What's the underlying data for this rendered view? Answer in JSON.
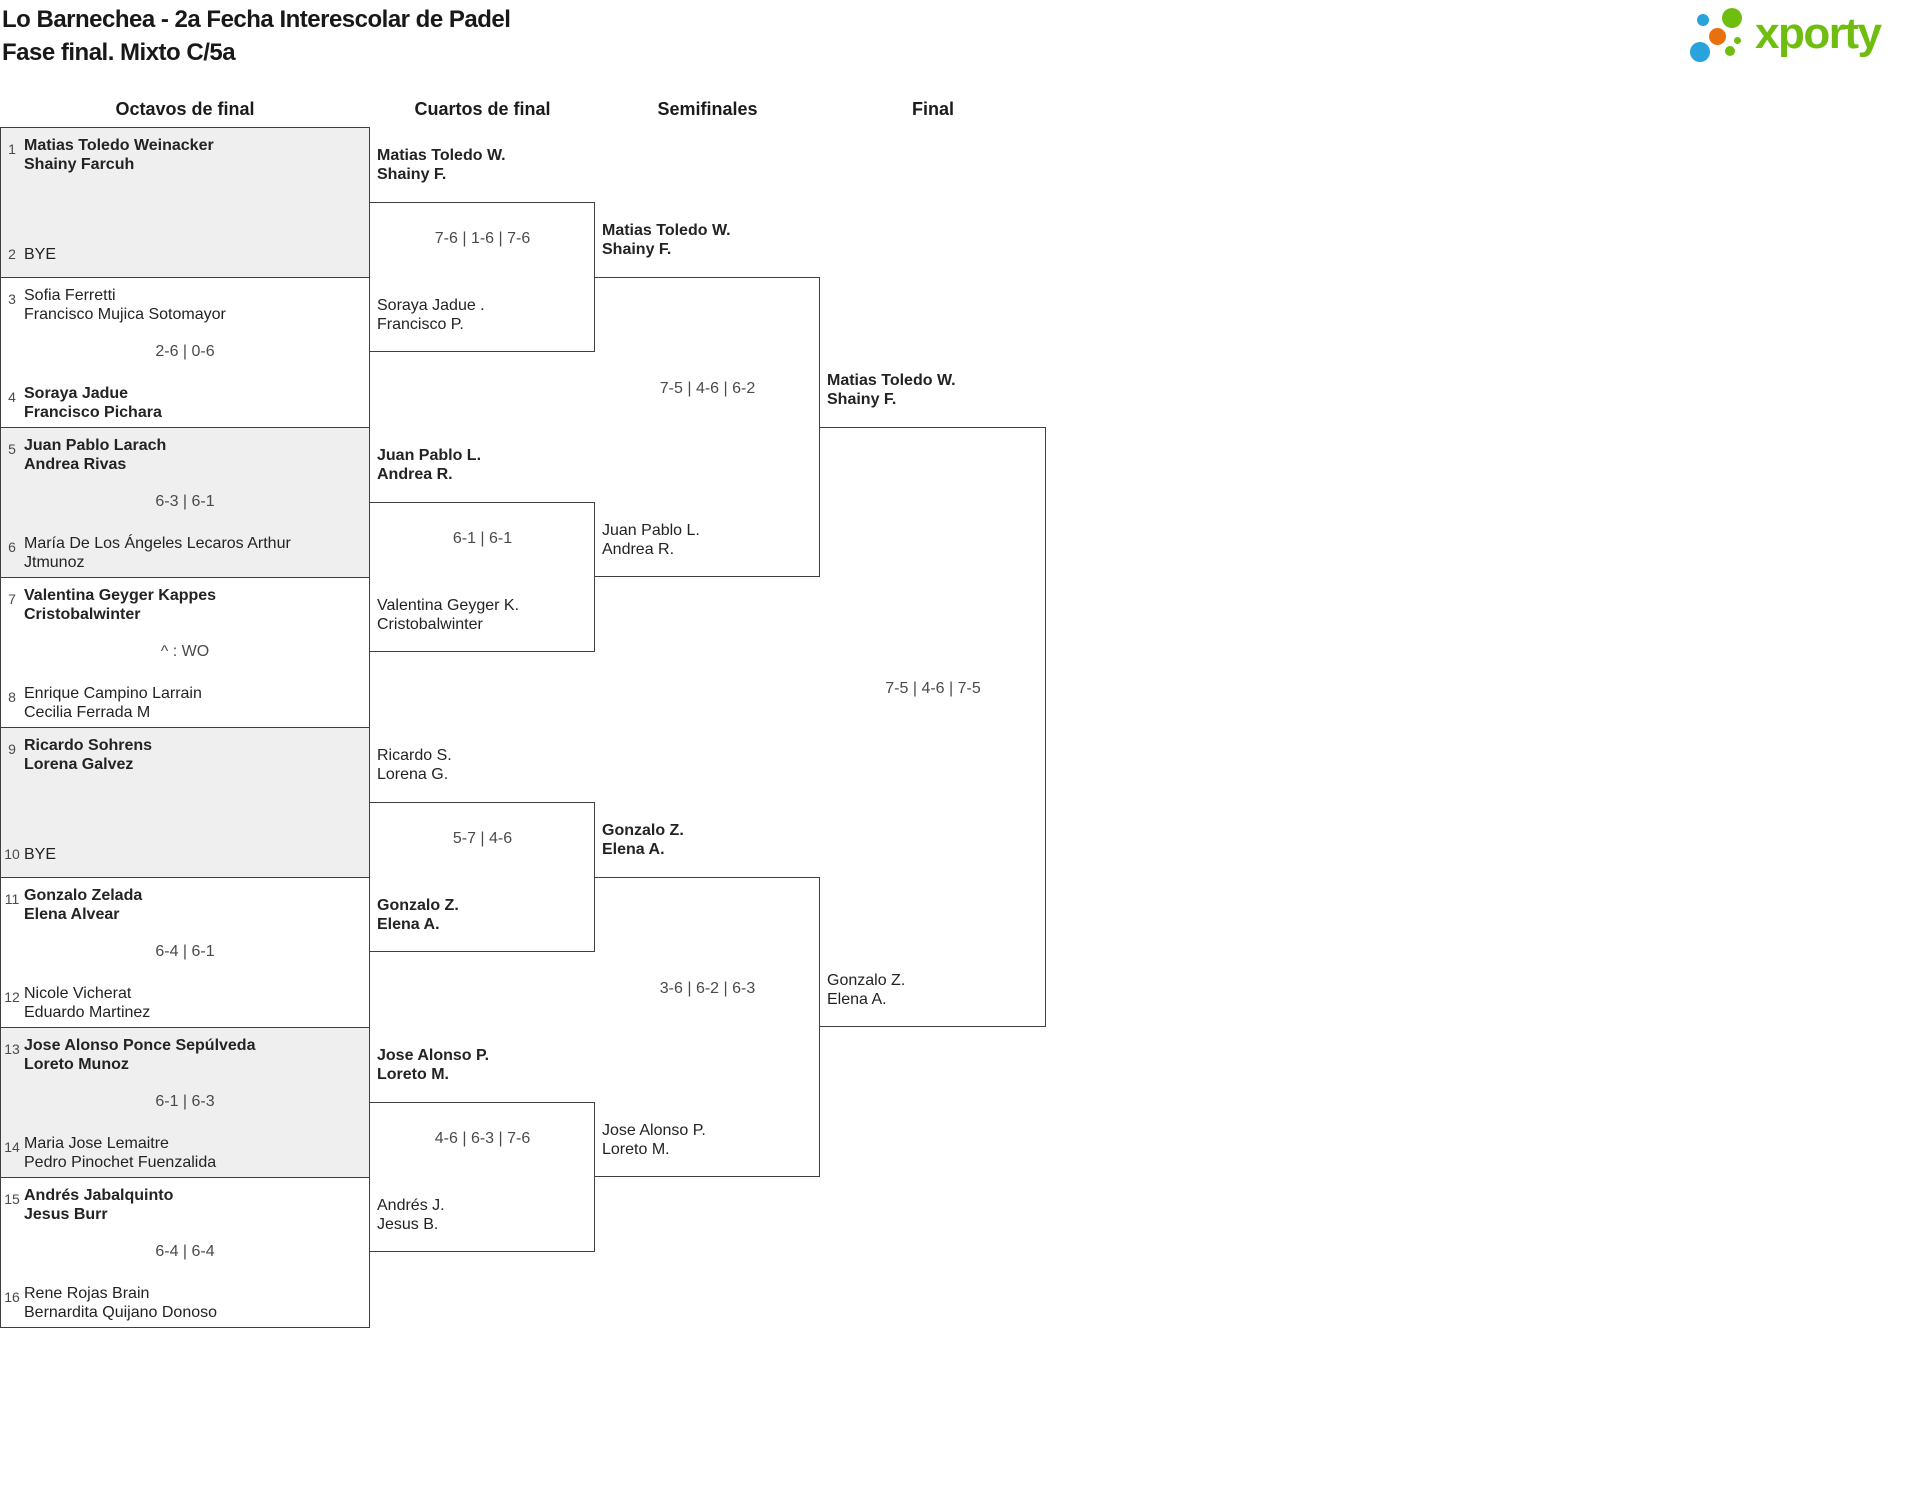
{
  "page": {
    "title_line1": "Lo Barnechea - 2a Fecha Interescolar de Padel",
    "title_line2": "Fase final. Mixto C/5a"
  },
  "logo": {
    "text": "xporty",
    "green": "#6fbe0f",
    "blue": "#29a3dc",
    "orange": "#e8700e"
  },
  "colors": {
    "line": "#3f3f3f",
    "match_fill_alt": "#efefef",
    "team_text": "#232323",
    "muted_text": "#4a4a4a"
  },
  "rounds": [
    {
      "label": "Octavos de final"
    },
    {
      "label": "Cuartos de final"
    },
    {
      "label": "Semifinales"
    },
    {
      "label": "Final"
    }
  ],
  "bracket": {
    "octavos": [
      {
        "seed_top": "1",
        "team_top": [
          "Matias Toledo Weinacker",
          "Shainy Farcuh"
        ],
        "seed_bottom": "2",
        "team_bottom": [
          "BYE"
        ],
        "score": "",
        "winner": "top"
      },
      {
        "seed_top": "3",
        "team_top": [
          "Sofia Ferretti",
          "Francisco Mujica Sotomayor"
        ],
        "seed_bottom": "4",
        "team_bottom": [
          "Soraya Jadue",
          "Francisco Pichara"
        ],
        "score": "2-6 | 0-6",
        "winner": "bottom"
      },
      {
        "seed_top": "5",
        "team_top": [
          "Juan Pablo Larach",
          "Andrea Rivas"
        ],
        "seed_bottom": "6",
        "team_bottom": [
          "María De Los Ángeles Lecaros Arthur",
          "Jtmunoz"
        ],
        "score": "6-3 | 6-1",
        "winner": "top"
      },
      {
        "seed_top": "7",
        "team_top": [
          "Valentina Geyger Kappes",
          "Cristobalwinter"
        ],
        "seed_bottom": "8",
        "team_bottom": [
          "Enrique Campino Larrain",
          "Cecilia Ferrada M"
        ],
        "score": "^ : WO",
        "winner": "top"
      },
      {
        "seed_top": "9",
        "team_top": [
          "Ricardo Sohrens",
          "Lorena Galvez"
        ],
        "seed_bottom": "10",
        "team_bottom": [
          "BYE"
        ],
        "score": "",
        "winner": "top"
      },
      {
        "seed_top": "11",
        "team_top": [
          "Gonzalo Zelada",
          "Elena Alvear"
        ],
        "seed_bottom": "12",
        "team_bottom": [
          "Nicole Vicherat",
          "Eduardo Martinez"
        ],
        "score": "6-4 | 6-1",
        "winner": "top"
      },
      {
        "seed_top": "13",
        "team_top": [
          "Jose Alonso Ponce Sepúlveda",
          "Loreto Munoz"
        ],
        "seed_bottom": "14",
        "team_bottom": [
          "Maria Jose Lemaitre",
          "Pedro Pinochet Fuenzalida"
        ],
        "score": "6-1 | 6-3",
        "winner": "top"
      },
      {
        "seed_top": "15",
        "team_top": [
          "Andrés Jabalquinto",
          "Jesus Burr"
        ],
        "seed_bottom": "16",
        "team_bottom": [
          "Rene Rojas Brain",
          "Bernardita Quijano Donoso"
        ],
        "score": "6-4 | 6-4",
        "winner": "top"
      }
    ],
    "cuartos": [
      {
        "team_top": [
          "Matias Toledo W.",
          "Shainy F."
        ],
        "team_bottom": [
          "Soraya Jadue .",
          "Francisco P."
        ],
        "score": "7-6 | 1-6 | 7-6",
        "winner": "top"
      },
      {
        "team_top": [
          "Juan Pablo L.",
          "Andrea R."
        ],
        "team_bottom": [
          "Valentina Geyger K.",
          "Cristobalwinter"
        ],
        "score": "6-1 | 6-1",
        "winner": "top"
      },
      {
        "team_top": [
          "Ricardo S.",
          "Lorena G."
        ],
        "team_bottom": [
          "Gonzalo Z.",
          "Elena A."
        ],
        "score": "5-7 | 4-6",
        "winner": "bottom"
      },
      {
        "team_top": [
          "Jose Alonso P.",
          "Loreto M."
        ],
        "team_bottom": [
          "Andrés J.",
          "Jesus B."
        ],
        "score": "4-6 | 6-3 | 7-6",
        "winner": "top"
      }
    ],
    "semifinales": [
      {
        "team_top": [
          "Matias Toledo W.",
          "Shainy F."
        ],
        "team_bottom": [
          "Juan Pablo L.",
          "Andrea R."
        ],
        "score": "7-5 | 4-6 | 6-2",
        "winner": "top"
      },
      {
        "team_top": [
          "Gonzalo Z.",
          "Elena A."
        ],
        "team_bottom": [
          "Jose Alonso P.",
          "Loreto M."
        ],
        "score": "3-6 | 6-2 | 6-3",
        "winner": "top"
      }
    ],
    "final": [
      {
        "team_top": [
          "Matias Toledo W.",
          "Shainy F."
        ],
        "team_bottom": [
          "Gonzalo Z.",
          "Elena A."
        ],
        "score": "7-5 | 4-6 | 7-5",
        "winner": "top"
      }
    ]
  }
}
